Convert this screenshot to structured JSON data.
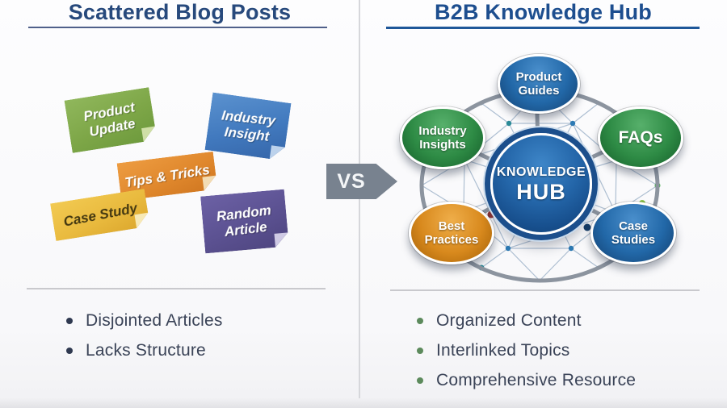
{
  "colors": {
    "left-title": "#27497c",
    "title-blue": "#1d4e8f",
    "left-underline": "#50608a",
    "right-underline": "#1e5799",
    "divider": "#d6d7db",
    "separator": "#c9c9cd",
    "vs-gray": "#78828f",
    "text-dark": "#3a4357",
    "bullet-dark": "#2f3950",
    "bullet-green": "#5c8a5c",
    "note-green": "#7da647",
    "note-blue": "#4179be",
    "note-orange": "#e0882d",
    "note-yellow": "#e9ba3e",
    "note-purple": "#5b5191",
    "hub-blue": "#1c4f8c",
    "satellite-blue": "#2268a8",
    "satellite-green": "#2e8b45",
    "satellite-orange": "#d8891d",
    "ring-gray": "#8c949f",
    "mesh-line": "#aebfd2"
  },
  "left": {
    "title": "Scattered Blog Posts",
    "notes": [
      {
        "label": "Product\nUpdate"
      },
      {
        "label": "Industry\nInsight"
      },
      {
        "label": "Tips & Tricks"
      },
      {
        "label": "Case Study"
      },
      {
        "label": "Random\nArticle"
      }
    ],
    "bullets": [
      "Disjointed Articles",
      "Lacks Structure"
    ]
  },
  "center": {
    "vs_label": "VS"
  },
  "right": {
    "title": "B2B Knowledge Hub",
    "hub": {
      "line1": "KNOWLEDGE",
      "line2": "HUB"
    },
    "satellites": [
      {
        "label": "Product\nGuides"
      },
      {
        "label": "Industry\nInsights"
      },
      {
        "label": "FAQs"
      },
      {
        "label": "Best\nPractices"
      },
      {
        "label": "Case\nStudies"
      }
    ],
    "bullets": [
      "Organized Content",
      "Interlinked Topics",
      "Comprehensive Resource"
    ]
  }
}
